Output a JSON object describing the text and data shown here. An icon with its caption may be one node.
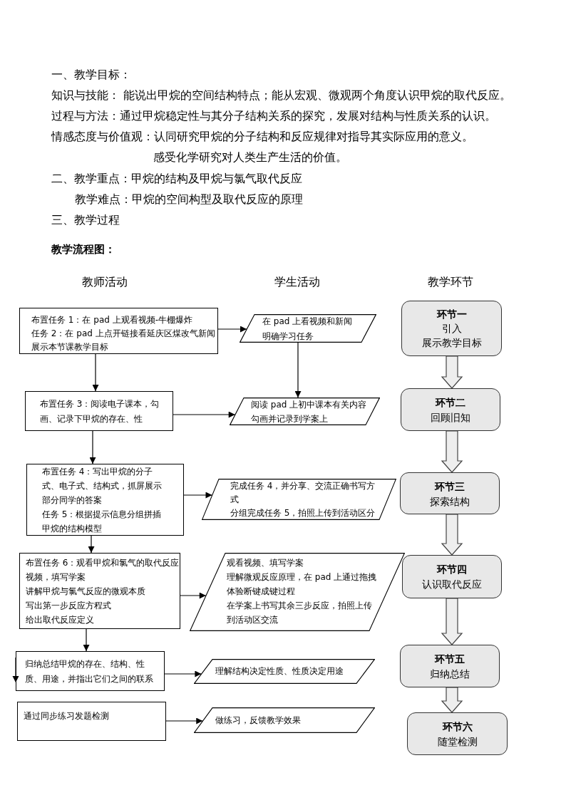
{
  "diagram": {
    "nodes": [
      {
        "text": [
          "布置任务 1：在 pad 上观看视频-牛棚爆炸",
          "任务 2：在 pad 上点开链接看延庆区煤改气新闻",
          "展示本节课教学目标"
        ]
      },
      {
        "text": [
          "在 pad 上看视频和新闻",
          "明确学习任务"
        ]
      },
      {
        "text": [
          "环节一",
          "引入",
          "展示教学目标"
        ]
      },
      {
        "text": [
          "布置任务 3：阅读电子课本，勾画、记录下甲烷的存在、性"
        ]
      },
      {
        "text": [
          "阅读 pad 上初中课本有关内容",
          "勾画并记录到学案上"
        ]
      },
      {
        "text": [
          "环节二",
          "回顾旧知"
        ]
      },
      {
        "text": [
          "布置任务 4：写出甲烷的分子式、电子式、结构式，抓屏展示部分同学的答案",
          "任务 5：根据提示信息分组拼插甲烷的结构模型"
        ]
      },
      {
        "text": [
          "完成任务 4，并分享、交流正确书写方式",
          "分组完成任务 5，拍照上传到活动区分"
        ]
      },
      {
        "text": [
          "环节三",
          "探索结构"
        ]
      },
      {
        "text": [
          "布置任务 6：观看甲烷和氯气的取代反应视频，填写学案",
          "讲解甲烷与氯气反应的微观本质",
          "写出第一步反应方程式",
          "给出取代反应定义"
        ]
      },
      {
        "text": [
          "观看视频、填写学案",
          "理解微观反应原理，在 pad 上通过拖拽体验断键成键过程",
          "在学案上书写其余三步反应，拍照上传到活动区交流"
        ]
      },
      {
        "text": [
          "环节四",
          "认识取代反应"
        ]
      },
      {
        "text": [
          "归纳总结甲烷的存在、结构、性质、用途，并指出它们之间的联系"
        ]
      },
      {
        "text": [
          "理解结构决定性质、性质决定用途"
        ]
      },
      {
        "text": [
          "环节五",
          "归纳总结"
        ]
      },
      {
        "text": [
          "通过同步练习发题检测"
        ]
      },
      {
        "text": [
          "做练习，反馈教学效果"
        ]
      },
      {
        "text": [
          "环节六",
          "随堂检测"
        ]
      }
    ],
    "edges": [
      {
        "from": 0,
        "to": 1,
        "arrow": "to"
      },
      {
        "from": 0,
        "to": 3,
        "arrow": "to"
      },
      {
        "from": 1,
        "to": 4,
        "arrow": "to"
      },
      {
        "from": 3,
        "to": 4,
        "arrow": "to"
      },
      {
        "from": 3,
        "to": 6,
        "arrow": "to"
      },
      {
        "from": 6,
        "to": 7,
        "arrow": "to"
      },
      {
        "from": 6,
        "to": 9,
        "arrow": "to"
      },
      {
        "from": 9,
        "to": 10,
        "arrow": "to"
      },
      {
        "from": 9,
        "to": 12,
        "arrow": "to"
      },
      {
        "from": 12,
        "to": 13,
        "arrow": "to"
      },
      {
        "from": 15,
        "to": 16,
        "arrow": "to"
      },
      {
        "from": 2,
        "to": 5,
        "arrow": "to"
      },
      {
        "from": 5,
        "to": 8,
        "arrow": "to"
      },
      {
        "from": 8,
        "to": 11,
        "arrow": "to"
      },
      {
        "from": 11,
        "to": 14,
        "arrow": "to"
      },
      {
        "from": 14,
        "to": 17,
        "arrow": "to"
      }
    ],
    "labels": [
      "一、教学目标：",
      "知识与技能： 能说出甲烷的空间结构特点；能从宏观、微观两个角度认识甲烷的取代反应。",
      "过程与方法：通过甲烷稳定性与其分子结构关系的探究，发展对结构与性质关系的认识。",
      "情感态度与价值观：认同研究甲烷的分子结构和反应规律对指导其实际应用的意义。",
      "感受化学研究对人类生产生活的价值。",
      "二、教学重点：甲烷的结构及甲烷与氯气取代反应",
      "教学难点：甲烷的空间构型及取代反应的原理",
      "三、教学过程",
      "教学流程图：",
      "教师活动",
      "学生活动",
      "教学环节"
    ]
  }
}
